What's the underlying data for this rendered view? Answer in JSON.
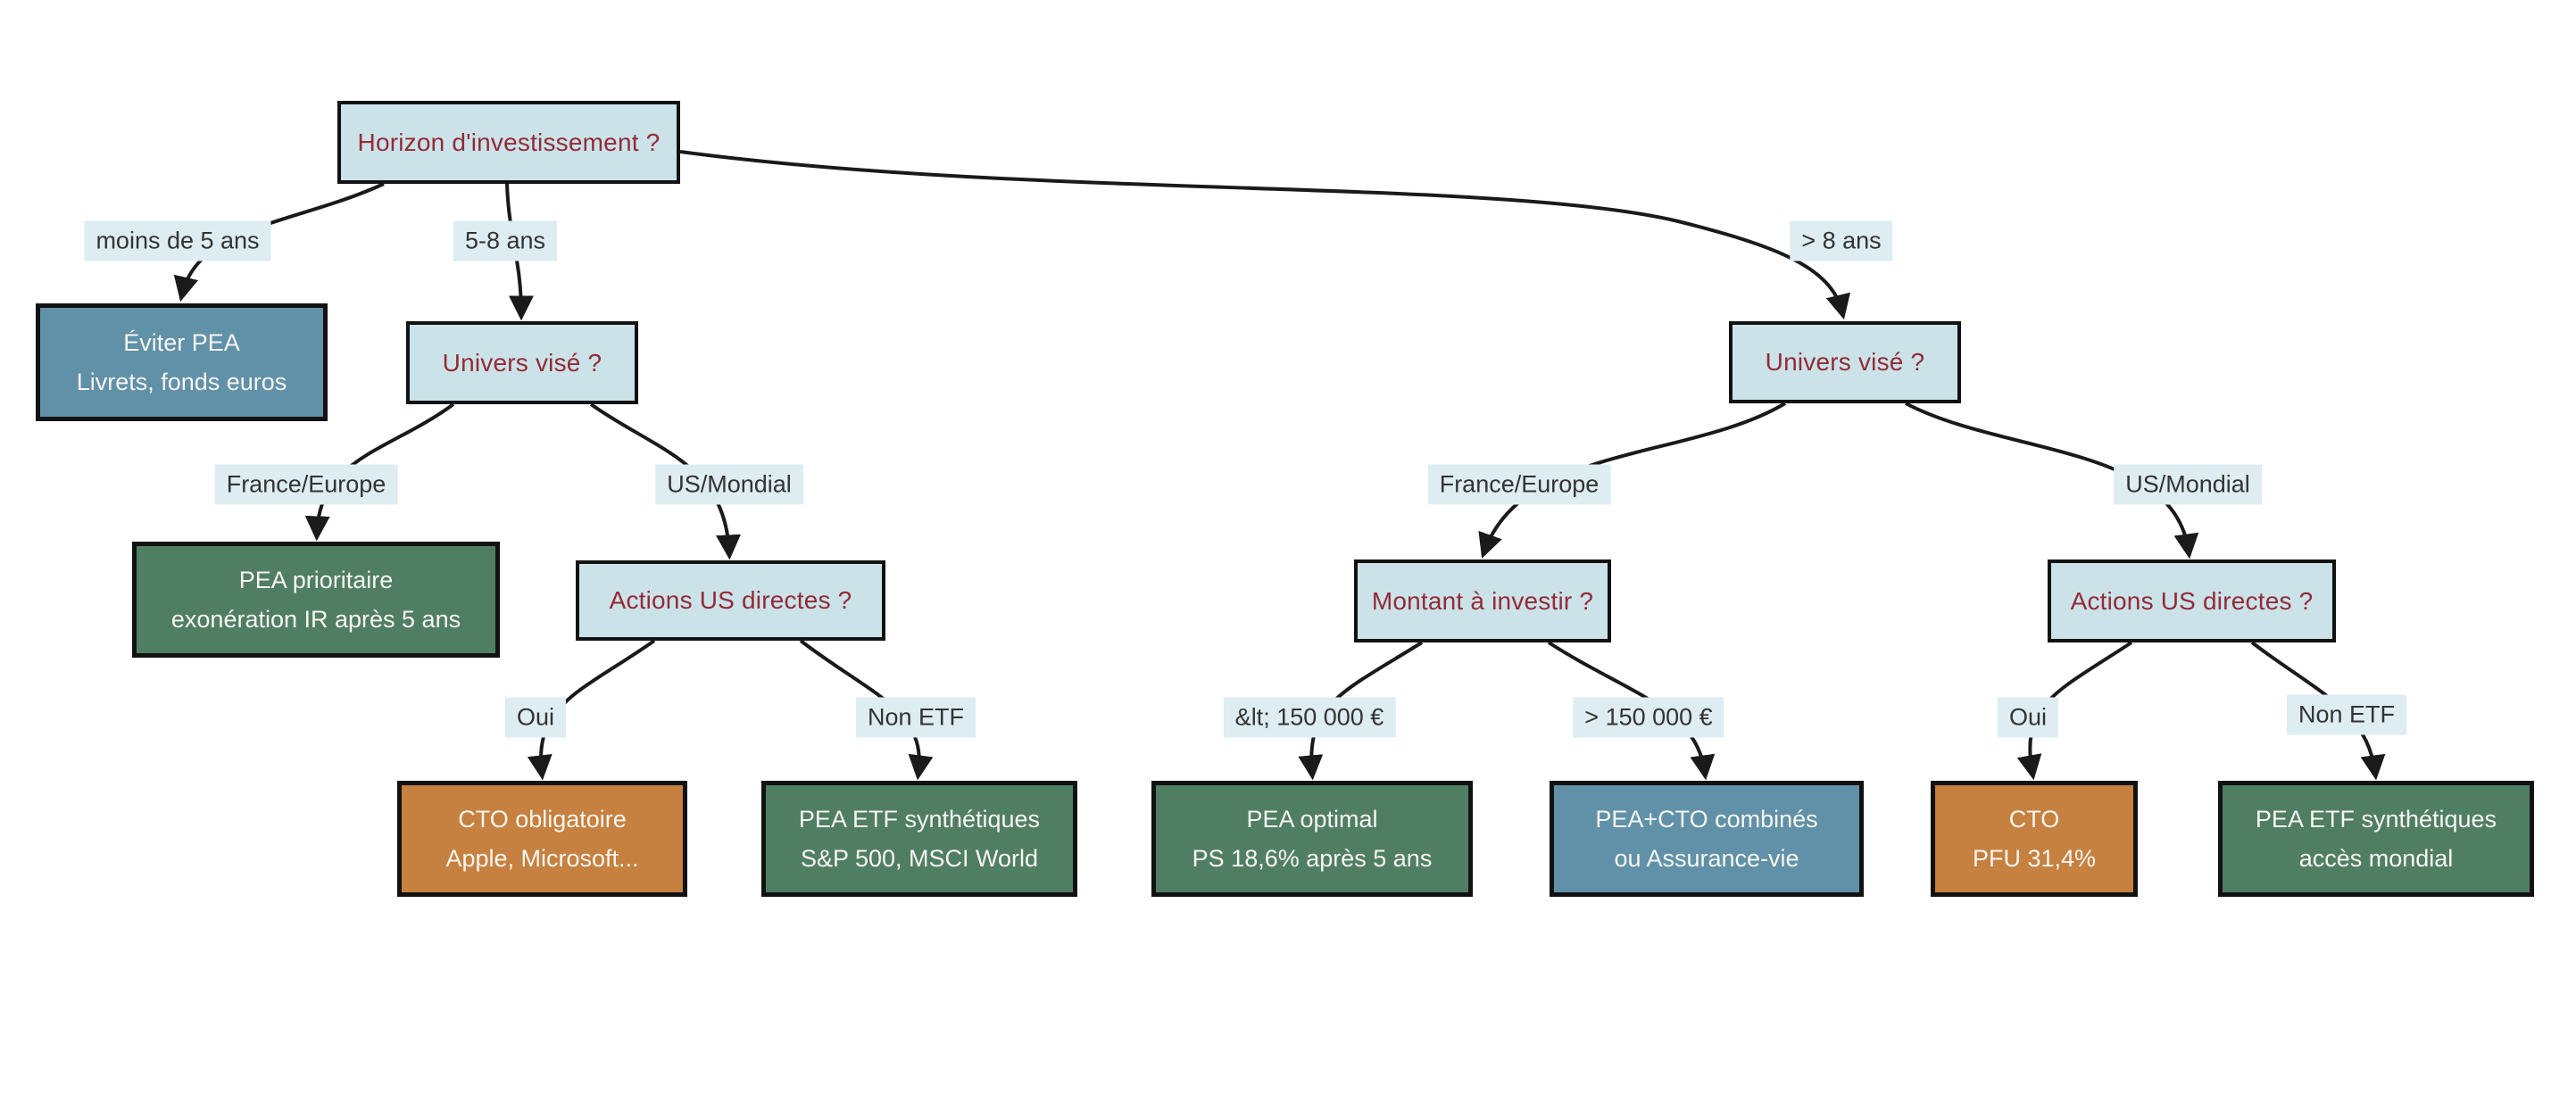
{
  "diagram": {
    "type": "decision-tree",
    "language": "fr",
    "background": "#ffffff",
    "colors": {
      "question_fill": "#cbe2e9",
      "question_text": "#932b36",
      "edge_label_fill": "#ddedf2",
      "edge_label_text": "#333333",
      "leaf_text": "#f7f6f1",
      "leaf_green": "#507e63",
      "leaf_steel_blue": "#6191a8",
      "leaf_orange": "#c6803f",
      "line_color": "#1a1a1a"
    },
    "nodes": {
      "horizon": {
        "label": "Horizon d'investissement ?",
        "kind": "question"
      },
      "eviter_pea": {
        "line1": "Éviter PEA",
        "line2": "Livrets, fonds euros",
        "kind": "steel_blue"
      },
      "univers_left": {
        "label": "Univers visé ?",
        "kind": "question"
      },
      "univers_right": {
        "label": "Univers visé ?",
        "kind": "question"
      },
      "pea_prioritaire": {
        "line1": "PEA prioritaire",
        "line2": "exonération IR après 5 ans",
        "kind": "green"
      },
      "actions_us_left": {
        "label": "Actions US directes ?",
        "kind": "question"
      },
      "montant": {
        "label": "Montant à investir ?",
        "kind": "question"
      },
      "actions_us_right": {
        "label": "Actions US directes ?",
        "kind": "question"
      },
      "cto_obligatoire": {
        "line1": "CTO obligatoire",
        "line2": "Apple, Microsoft...",
        "kind": "orange"
      },
      "pea_etf_sp500": {
        "line1": "PEA ETF synthétiques",
        "line2": "S&P 500, MSCI World",
        "kind": "green"
      },
      "pea_optimal": {
        "line1": "PEA optimal",
        "line2": "PS 18,6% après 5 ans",
        "kind": "green"
      },
      "pea_cto_combines": {
        "line1": "PEA+CTO combinés",
        "line2": "ou Assurance-vie",
        "kind": "steel_blue"
      },
      "cto_right": {
        "line1": "CTO",
        "line2": "PFU 31,4%",
        "kind": "orange"
      },
      "pea_etf_mondial": {
        "line1": "PEA ETF synthétiques",
        "line2": "accès mondial",
        "kind": "green"
      }
    },
    "edge_labels": {
      "moins_5_ans": "moins de 5 ans",
      "entre_5_8_ans": "5-8 ans",
      "plus_8_ans": "> 8 ans",
      "france_europe_left": "France/Europe",
      "us_mondial_left": "US/Mondial",
      "france_europe_right": "France/Europe",
      "us_mondial_right": "US/Mondial",
      "oui_left": "Oui",
      "non_etf_left": "Non ETF",
      "moins_150k": "&lt; 150 000 €",
      "plus_150k": "> 150 000 €",
      "oui_right": "Oui",
      "non_etf_right": "Non ETF"
    },
    "edges": [
      {
        "from": "horizon",
        "to": "eviter_pea",
        "label": "moins de 5 ans"
      },
      {
        "from": "horizon",
        "to": "univers_left",
        "label": "5-8 ans"
      },
      {
        "from": "horizon",
        "to": "univers_right",
        "label": "> 8 ans"
      },
      {
        "from": "univers_left",
        "to": "pea_prioritaire",
        "label": "France/Europe"
      },
      {
        "from": "univers_left",
        "to": "actions_us_left",
        "label": "US/Mondial"
      },
      {
        "from": "univers_right",
        "to": "montant",
        "label": "France/Europe"
      },
      {
        "from": "univers_right",
        "to": "actions_us_right",
        "label": "US/Mondial"
      },
      {
        "from": "actions_us_left",
        "to": "cto_obligatoire",
        "label": "Oui"
      },
      {
        "from": "actions_us_left",
        "to": "pea_etf_sp500",
        "label": "Non ETF"
      },
      {
        "from": "montant",
        "to": "pea_optimal",
        "label": "&lt; 150 000 €"
      },
      {
        "from": "montant",
        "to": "pea_cto_combines",
        "label": "> 150 000 €"
      },
      {
        "from": "actions_us_right",
        "to": "cto_right",
        "label": "Oui"
      },
      {
        "from": "actions_us_right",
        "to": "pea_etf_mondial",
        "label": "Non ETF"
      }
    ]
  }
}
